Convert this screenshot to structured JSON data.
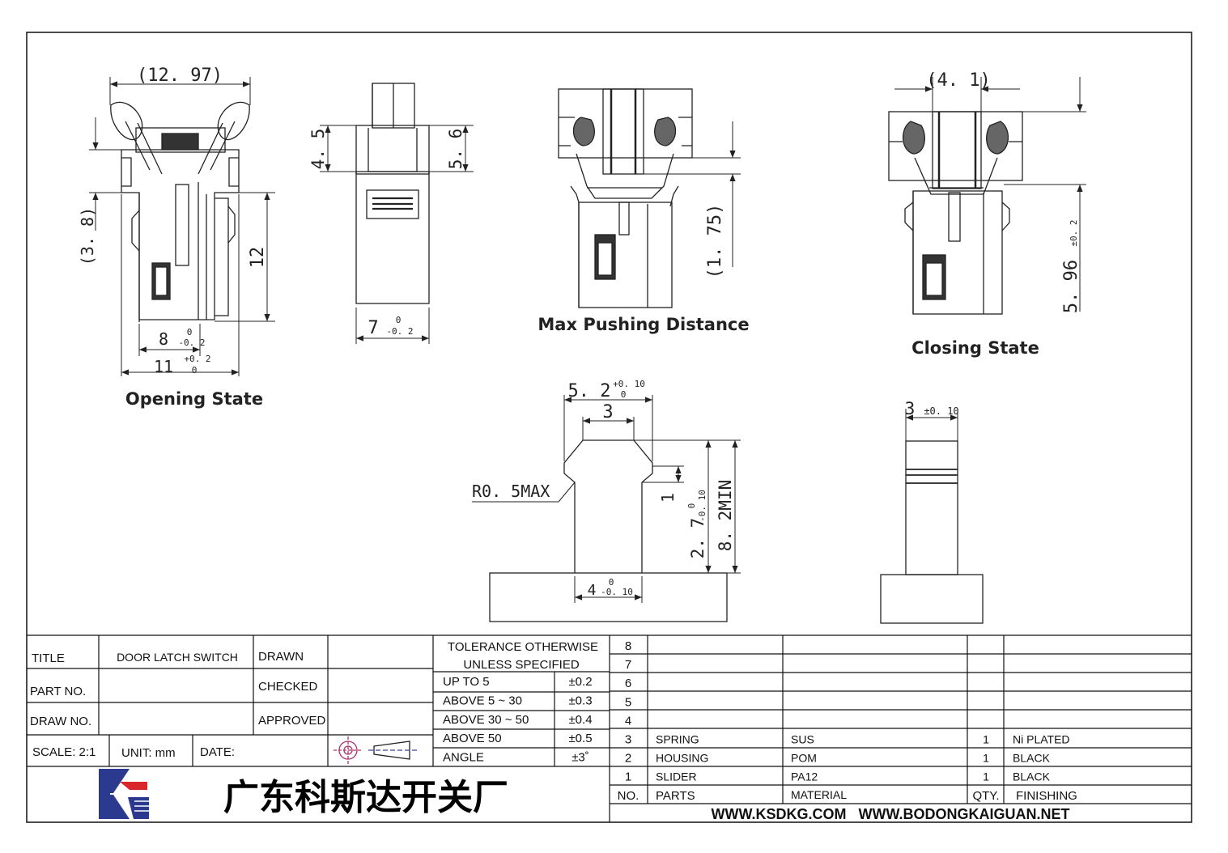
{
  "views": {
    "opening_caption": "Opening State",
    "side_caption": "",
    "pushing_caption": "Max Pushing Distance",
    "closing_caption": "Closing State"
  },
  "dimensions": {
    "open_width": "(12. 97)",
    "open_left": "(3. 8)",
    "open_height": "12",
    "open_inner": "8",
    "open_inner_tol_hi": "0",
    "open_inner_tol_lo": "-0. 2",
    "open_outer": "11",
    "open_outer_tol_hi": "+0. 2",
    "open_outer_tol_lo": "0",
    "side_45": "4. 5",
    "side_56": "5. 6",
    "side_7": "7",
    "side_7_tol_hi": "0",
    "side_7_tol_lo": "-0. 2",
    "push_175": "(1. 75)",
    "close_41": "(4. 1)",
    "close_596": "5. 96",
    "close_596_tol": "±0. 2",
    "act_52": "5. 2",
    "act_52_tol_hi": "+0. 10",
    "act_52_tol_lo": "0",
    "act_3": "3",
    "act_r05": "R0. 5MAX",
    "act_1": "1",
    "act_1_tol_hi": "0",
    "act_1_tol_lo": "-0. 10",
    "act_27": "2. 7",
    "act_82": "8. 2MIN",
    "act_4": "4",
    "act_4_tol_hi": "0",
    "act_4_tol_lo": "-0. 10",
    "side2_3": "3",
    "side2_3_tol": "±0. 10"
  },
  "title_block": {
    "title_label": "TITLE",
    "title_value": "DOOR LATCH SWITCH",
    "drawn_label": "DRAWN",
    "part_no_label": "PART NO.",
    "checked_label": "CHECKED",
    "draw_no_label": "DRAW NO.",
    "approved_label": "APPROVED",
    "scale_label": "SCALE: 2:1",
    "unit_label": "UNIT: mm",
    "date_label": "DATE:",
    "company": "广东科斯达开关厂"
  },
  "tolerance": {
    "header1": "TOLERANCE OTHERWISE",
    "header2": "UNLESS SPECIFIED",
    "rows": [
      {
        "range": "UP TO 5",
        "tol": "±0.2"
      },
      {
        "range": "ABOVE 5 ~ 30",
        "tol": "±0.3"
      },
      {
        "range": "ABOVE 30 ~ 50",
        "tol": "±0.4"
      },
      {
        "range": "ABOVE 50",
        "tol": "±0.5"
      },
      {
        "range": "ANGLE",
        "tol": "±3˚"
      }
    ]
  },
  "bom": {
    "headers": {
      "no": "NO.",
      "parts": "PARTS",
      "material": "MATERIAL",
      "qty": "QTY.",
      "finishing": "FINISHING"
    },
    "rows": [
      {
        "no": "8",
        "parts": "",
        "material": "",
        "qty": "",
        "finishing": ""
      },
      {
        "no": "7",
        "parts": "",
        "material": "",
        "qty": "",
        "finishing": ""
      },
      {
        "no": "6",
        "parts": "",
        "material": "",
        "qty": "",
        "finishing": ""
      },
      {
        "no": "5",
        "parts": "",
        "material": "",
        "qty": "",
        "finishing": ""
      },
      {
        "no": "4",
        "parts": "",
        "material": "",
        "qty": "",
        "finishing": ""
      },
      {
        "no": "3",
        "parts": "SPRING",
        "material": "SUS",
        "qty": "1",
        "finishing": "Ni PLATED"
      },
      {
        "no": "2",
        "parts": "HOUSING",
        "material": "POM",
        "qty": "1",
        "finishing": "BLACK"
      },
      {
        "no": "1",
        "parts": "SLIDER",
        "material": "PA12",
        "qty": "1",
        "finishing": "BLACK"
      }
    ]
  },
  "websites": "WWW.KSDKG.COM   WWW.BODONGKAIGUAN.NET",
  "colors": {
    "logo_blue": "#2b3a8f",
    "logo_red": "#d9262b",
    "line": "#111111"
  }
}
